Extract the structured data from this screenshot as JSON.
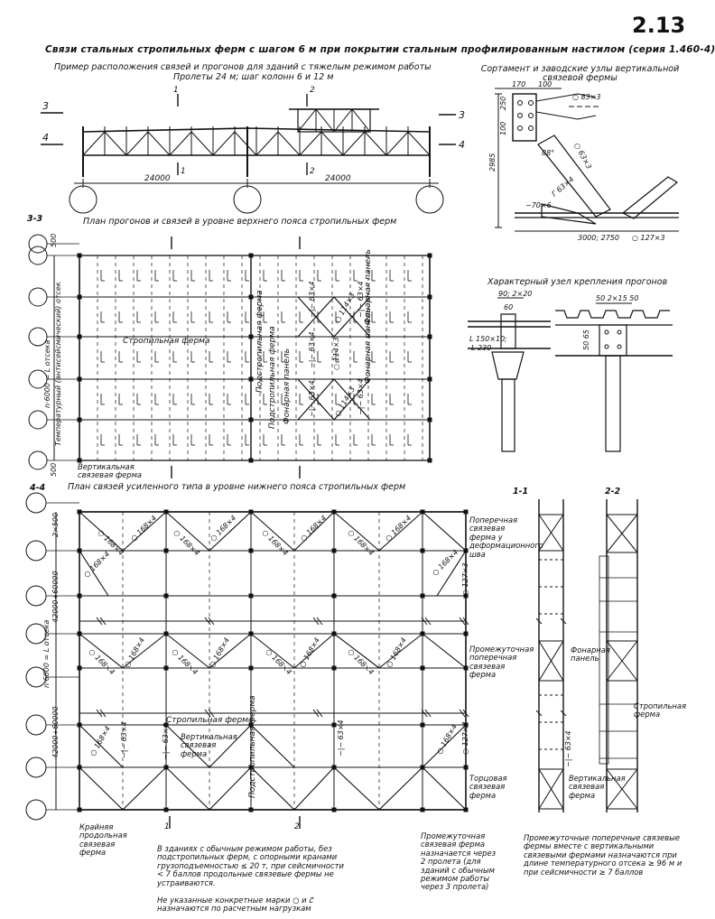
{
  "sheet_number": "2.13",
  "title": "Связи стальных стропильных ферм с шагом 6 м при покрытии стальным профилированным настилом (серия 1.460-4)",
  "subtitle": "Пример расположения связей и прогонов для зданий с тяжелым режимом работы",
  "spans": "Пролеты 24 м; шаг колонн 6 и 12 м",
  "assortment_title": "Сортамент и заводские узлы вертикальной связевой фермы",
  "section_3_3": "3-3",
  "section_4_4": "4-4",
  "plan_top_title": "План прогонов и связей в уровне верхнего пояса стропильных ферм",
  "plan_bottom_title": "План связей усиленного типа в уровне нижнего пояса стропильных ферм",
  "purlin_node_title": "Характерный узел крепления прогонов",
  "section_1_1": "1-1",
  "section_2_2": "2-2",
  "dims": {
    "span1": "24000",
    "span2": "24000",
    "d500a": "500",
    "d500b": "500",
    "d2x500": "2×500",
    "d42000a": "42000÷60000",
    "d42000b": "42000÷60000",
    "n6000a": "n·6000 = L отсека",
    "temp_comp": "Температурный (антисейсмический) отсек",
    "n6000b": "n·6000 = L отсека",
    "a170": "170",
    "a100": "100",
    "a250": "250",
    "a100b": "100",
    "a2985": "2985",
    "a3000": "3000; 2750",
    "d90": "90; 2×20",
    "d60": "60",
    "d50": "50 2×15 50",
    "d5065": "50 65",
    "l150": "L 150×10;",
    "l150b": "L 230",
    "k1": "1",
    "k2": "2",
    "k3": "3",
    "k4": "4"
  },
  "profiles": {
    "p83": "○ 83×3",
    "p63x3": "○ 63×3",
    "p88": "88°",
    "p70": "−70×6",
    "pL63": "Г 63×4",
    "p127": "○ 127×3",
    "p63x4": "−|− 63×4",
    "p114": "○ 114×3",
    "p168": "○ 168×4",
    "p127b": "○ 127×3"
  },
  "labels": {
    "truss": "Стропильная ферма",
    "subtruss": "Подстропильная ферма",
    "lantern": "Фонарная панель",
    "vert_truss": "Вертикальная связевая ферма",
    "cross_truss": "Поперечная связевая ферма у деформационного шва",
    "mid_cross": "Промежуточная поперечная связевая ферма",
    "end_truss": "Торцовая связевая ферма",
    "long_truss": "Крайняя продольная связевая ферма",
    "lantern2": "Фонарная панель",
    "truss2": "Стропильная ферма",
    "vert2": "Вертикальная связевая ферма"
  },
  "notes": {
    "n1": "В зданиях с обычным режимом работы, без подстропильных ферм, с опорными кранами грузоподъемностью ≤ 20 т, при сейсмичности < 7 баллов продольные связевые фермы не устраиваются.",
    "n2": "Не указанные конкретные марки ○ и Ꮭ назначаются по расчетным нагрузкам",
    "n3": "Промежуточная связевая ферма назначается через 2 пролета (для зданий с обычным режимом работы через 3 пролета)",
    "n4": "Промежуточные поперечные связевые фермы вместе с вертикальными связевыми фермами назначаются при длине температурного отсека ≥ 96 м и при сейсмичности ≥ 7 баллов"
  },
  "colors": {
    "ink": "#111111",
    "paper": "#ffffff"
  }
}
